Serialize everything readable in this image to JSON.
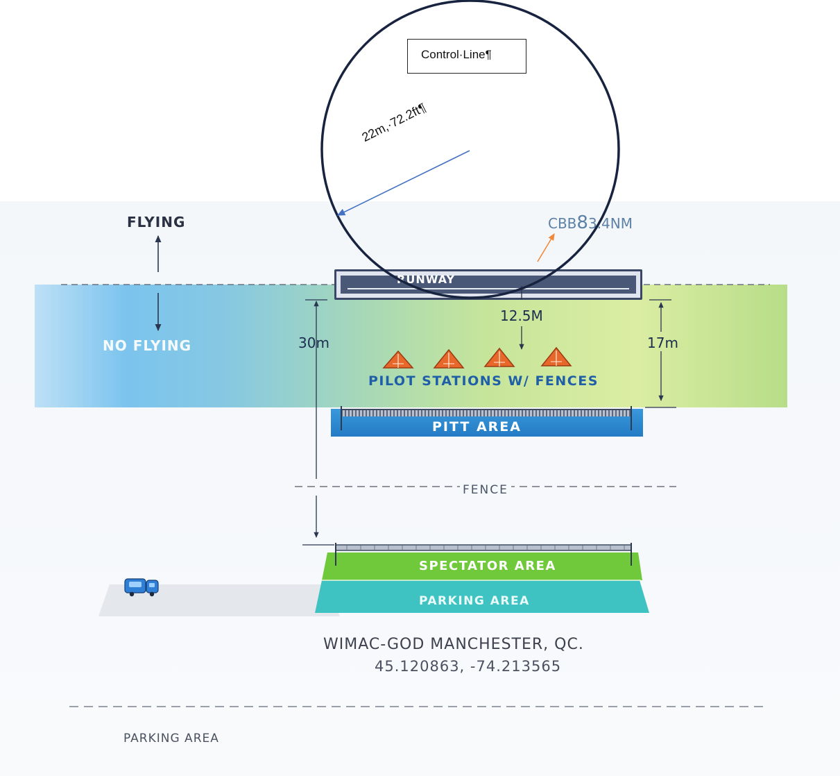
{
  "labels": {
    "flying": "FLYING",
    "no_flying": "NO FLYING",
    "cbb_prefix": "CBB",
    "cbb_big": "8",
    "cbb_suffix": "3.4NM",
    "runway": "RUNWAY",
    "dim_30": "30m",
    "dim_12_5": "12.5M",
    "dim_17": "17m",
    "pilot_stations": "PILOT STATIONS W/ FENCES",
    "pitt_area": "PITT AREA",
    "fence": "FENCE",
    "spectator_area": "SPECTATOR AREA",
    "parking_area": "PARKING AREA",
    "location_title": "WIMAC-GOD MANCHESTER, QC.",
    "location_coords": "45.120863, -74.213565",
    "bottom_parking": "PARKING AREA"
  },
  "annotation": {
    "control_line": "Control·Line¶",
    "radius": "22m,·72.2ft¶"
  },
  "colors": {
    "circle": "#17233f",
    "radius_line": "#4472c4",
    "pointer_arrow": "#f08a3a",
    "pilot_tent": "#e8672b",
    "pitt": "#2f8bd3",
    "spectator": "#6fc93a",
    "parking": "#3fc3c2"
  },
  "icons": {
    "vehicle": "truck-icon",
    "pilot_station": "tent-icon"
  }
}
